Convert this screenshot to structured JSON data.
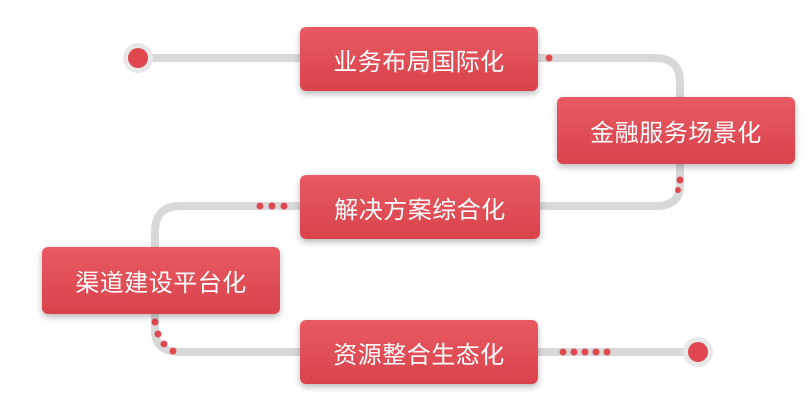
{
  "diagram": {
    "colors": {
      "accent": "#d9434c",
      "line": "#d8d8d8",
      "dot": "#e04850"
    },
    "stages": [
      {
        "label": "业务布局国际化"
      },
      {
        "label": "金融服务场景化"
      },
      {
        "label": "解决方案综合化"
      },
      {
        "label": "渠道建设平台化"
      },
      {
        "label": "资源整合生态化"
      }
    ]
  }
}
